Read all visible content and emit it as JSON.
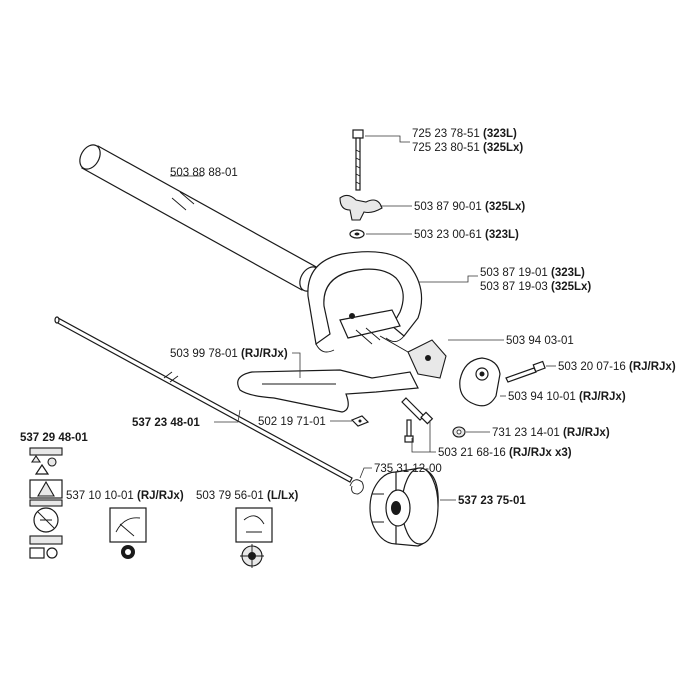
{
  "labels": {
    "bolt_a": "725 23 78-51",
    "bolt_a_tag": "(323L)",
    "bolt_b": "725 23 80-51",
    "bolt_b_tag": "(325Lx)",
    "shaft_tube": "503 88 88-01",
    "knob": "503 87 90-01",
    "knob_tag": "(325Lx)",
    "washer": "503 23 00-61",
    "washer_tag": "(323L)",
    "handle_a": "503 87 19-01",
    "handle_a_tag": "(323L)",
    "handle_b": "503 87 19-03",
    "handle_b_tag": "(325Lx)",
    "clamp": "503 94 03-01",
    "screw_r": "503 20 07-16",
    "screw_r_tag": "(RJ/RJx)",
    "j_handle": "503 99 78-01",
    "j_handle_tag": "(RJ/RJx)",
    "bracket": "503 94 10-01",
    "bracket_tag": "(RJ/RJx)",
    "nut_small": "502 19 71-01",
    "drive_shaft": "537 23 48-01",
    "nut_r": "731 23 14-01",
    "nut_r_tag": "(RJ/RJx)",
    "screw_b": "503 21 68-16",
    "screw_b_tag": "(RJ/RJx x3)",
    "spring": "735 31 12-00",
    "decal_set": "537 29 48-01",
    "decal_a": "537 10 10-01",
    "decal_a_tag": "(RJ/RJx)",
    "decal_b": "503 79 56-01",
    "decal_b_tag": "(L/Lx)",
    "guard": "537 23 75-01"
  }
}
